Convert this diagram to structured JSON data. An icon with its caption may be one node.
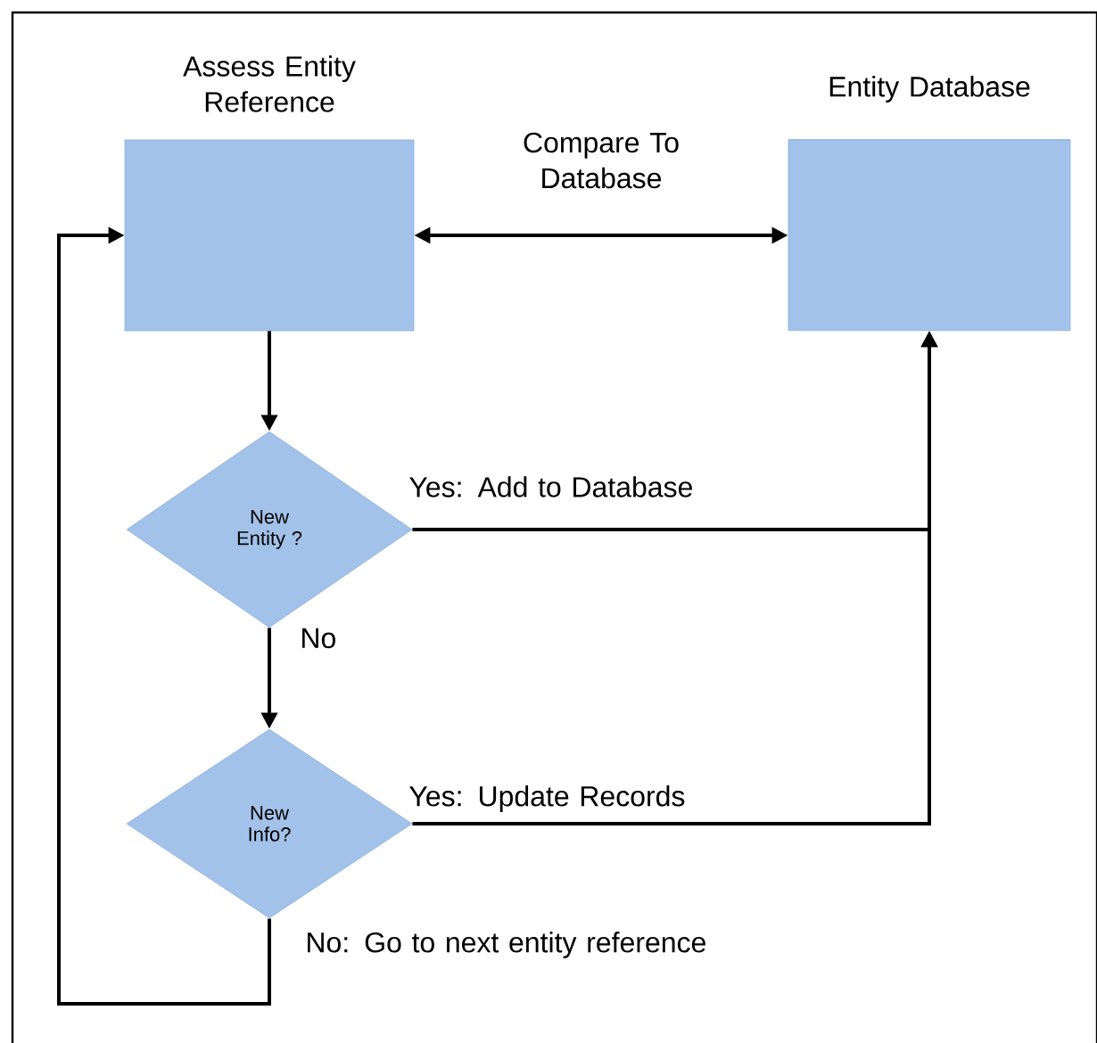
{
  "diagram": {
    "nodes": [
      {
        "text": [
          "Assess Entity Reference"
        ]
      },
      {
        "text": [
          "Entity Database"
        ]
      },
      {
        "text": [
          "New Entity ?"
        ]
      },
      {
        "text": [
          "New Info?"
        ]
      }
    ],
    "edges": [
      {
        "from": 0,
        "to": 1,
        "arrow": "both",
        "label": "Compare To Database"
      },
      {
        "from": 0,
        "to": 2,
        "arrow": "to"
      },
      {
        "from": 2,
        "to": 1,
        "arrow": "to",
        "label": "Yes: Add to Database"
      },
      {
        "from": 2,
        "to": 3,
        "arrow": "to",
        "label": "No"
      },
      {
        "from": 3,
        "to": 1,
        "arrow": "to",
        "label": "Yes: Update Records"
      },
      {
        "from": 3,
        "to": 0,
        "arrow": "to",
        "label": "No: Go to next entity reference"
      }
    ]
  }
}
